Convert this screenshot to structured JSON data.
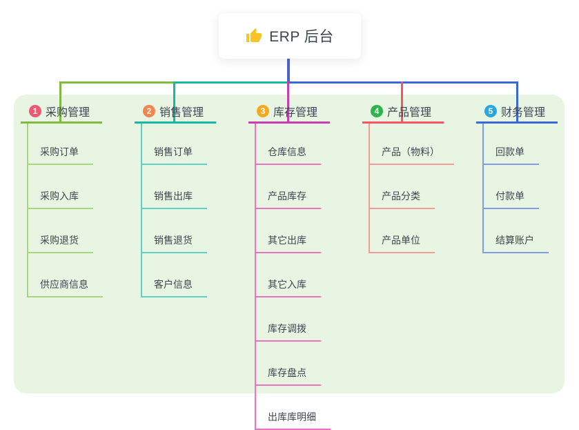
{
  "root": {
    "title": "ERP 后台",
    "icon": "thumbs-up-icon",
    "icon_color": "#f7c325"
  },
  "colors": {
    "panel_bg": "#e8f5e3",
    "root_connector": "#4a63c8"
  },
  "branches": [
    {
      "index": "1",
      "label": "采购管理",
      "badge_color": "#eb5a71",
      "line_color": "#82b93f",
      "light_color": "#a9d57c",
      "children": [
        "采购订单",
        "采购入库",
        "采购退货",
        "供应商信息"
      ]
    },
    {
      "index": "2",
      "label": "销售管理",
      "badge_color": "#f5854f",
      "line_color": "#14b8a5",
      "light_color": "#5fcfc2",
      "children": [
        "销售订单",
        "销售出库",
        "销售退货",
        "客户信息"
      ]
    },
    {
      "index": "3",
      "label": "库存管理",
      "badge_color": "#f6a91e",
      "line_color": "#c93bb1",
      "light_color": "#f06fbe",
      "children": [
        "仓库信息",
        "产品库存",
        "其它出库",
        "其它入库",
        "库存调拨",
        "库存盘点",
        "出库库明细"
      ]
    },
    {
      "index": "4",
      "label": "产品管理",
      "badge_color": "#2fb350",
      "line_color": "#f4555e",
      "light_color": "#f79b95",
      "children": [
        "产品（物料）",
        "产品分类",
        "产品单位"
      ]
    },
    {
      "index": "5",
      "label": "财务管理",
      "badge_color": "#2aa5de",
      "line_color": "#3a67d7",
      "light_color": "#7f9de5",
      "children": [
        "回款单",
        "付款单",
        "结算账户"
      ]
    }
  ]
}
